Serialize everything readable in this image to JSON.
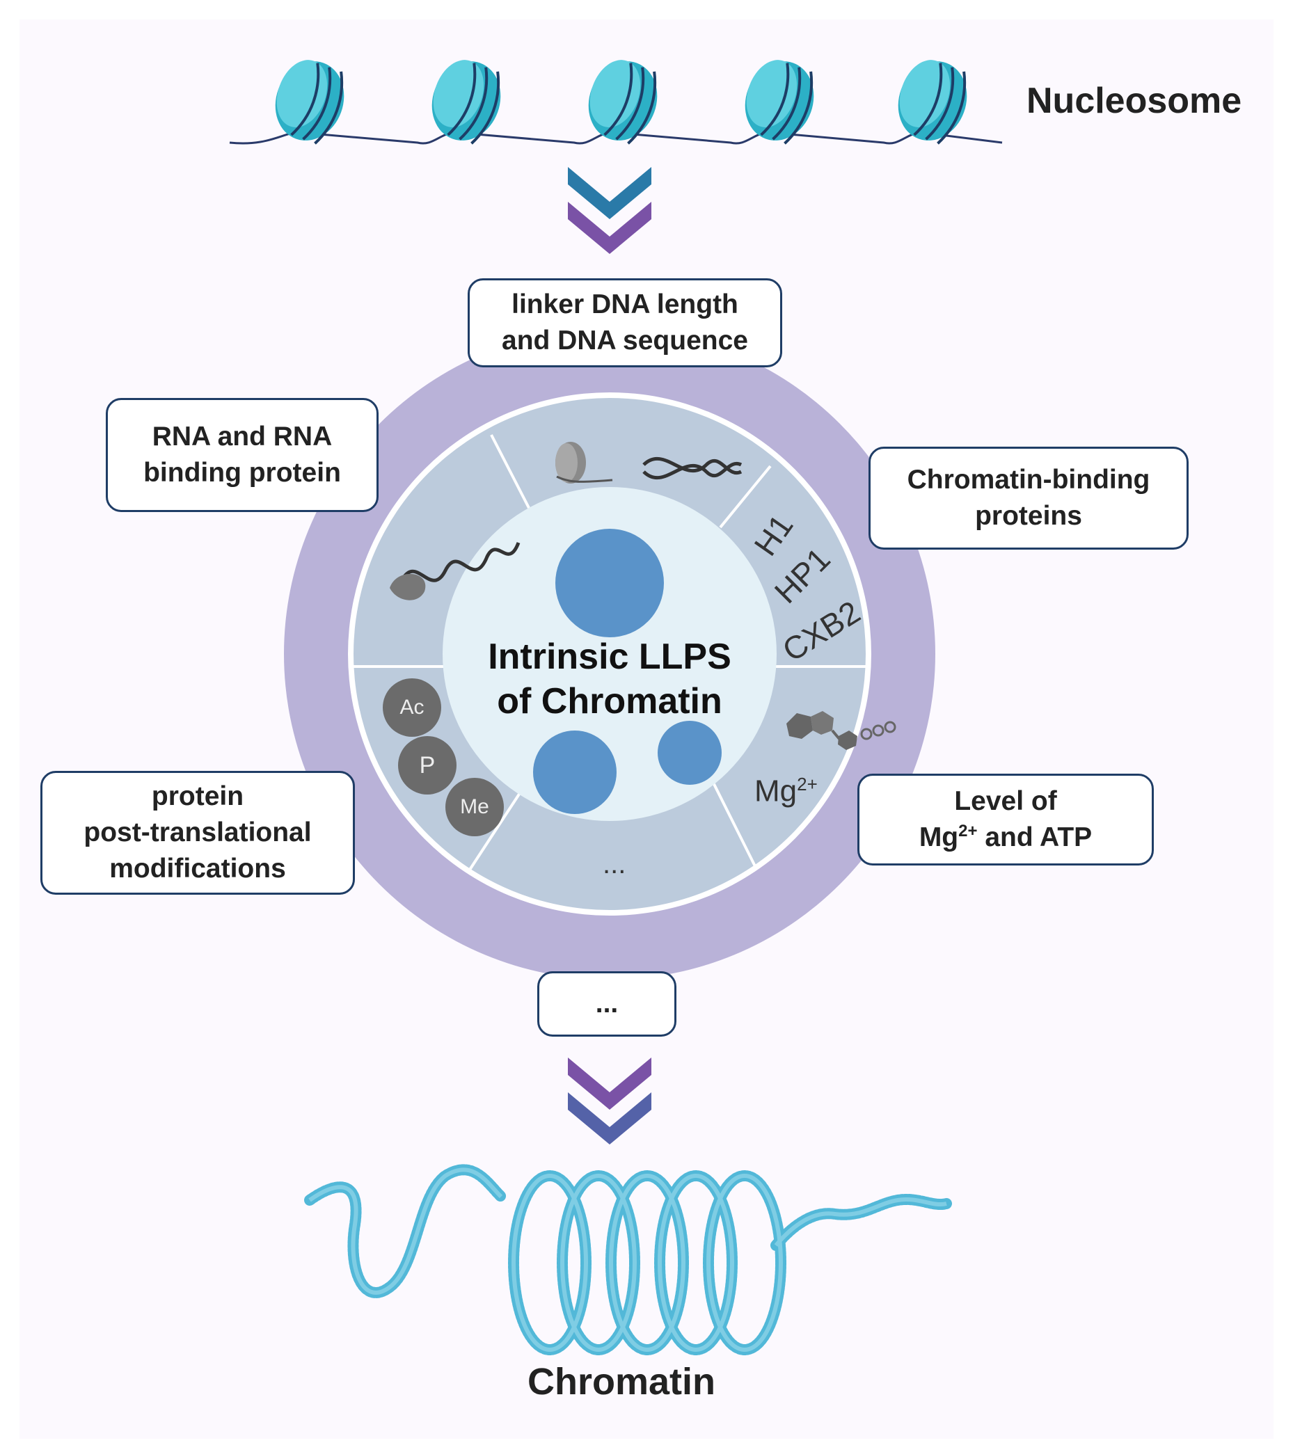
{
  "top_label": "Nucleosome",
  "bottom_label": "Chromatin",
  "center": {
    "line1": "Intrinsic LLPS",
    "line2": "of Chromatin"
  },
  "boxes": {
    "linker": {
      "line1": "linker DNA length",
      "line2": "and DNA sequence"
    },
    "rna": {
      "line1": "RNA and RNA",
      "line2": "binding protein"
    },
    "cbp": {
      "line1": "Chromatin-binding",
      "line2": "proteins"
    },
    "ptm": {
      "line1": "protein",
      "line2": "post-translational",
      "line3": "modifications"
    },
    "mg": {
      "line1": "Level of",
      "line2_prefix": "Mg",
      "line2_sup": "2+",
      "line2_suffix": " and ATP"
    },
    "more": {
      "text": "..."
    }
  },
  "segments": {
    "proteins": [
      "H1",
      "HP1",
      "CXB2"
    ],
    "mg_label": "Mg",
    "mg_sup": "2+",
    "ptm_marks": [
      "Ac",
      "P",
      "Me"
    ],
    "bottom_more": "..."
  },
  "colors": {
    "outer_ring": "#b9b2d8",
    "segments": "#bccbdc",
    "center": "#e4f1f7",
    "droplet": "#5a93c9",
    "box_border": "#1f3d66",
    "nucleosome": "#2cb0c6",
    "chromatin_fiber": "#52b8d8",
    "arrow_blue": "#2a7aa8",
    "arrow_purple": "#7a52a6",
    "arrow_indigo": "#5462a8"
  },
  "icons": [
    "nucleosome-icon",
    "dna-helix-icon",
    "rna-protein-icon",
    "atp-molecule-icon",
    "chevron-down-icon"
  ]
}
